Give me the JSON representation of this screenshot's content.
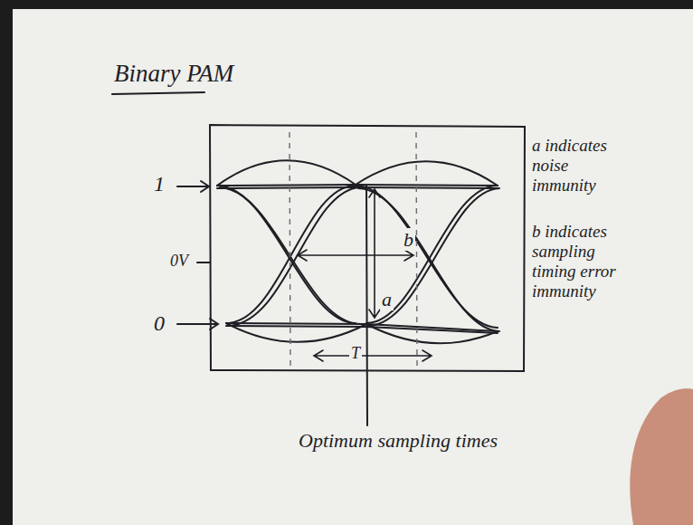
{
  "diagram": {
    "title": "Binary PAM",
    "labels": [
      "1",
      "0V",
      "0",
      "a indicates noise immunity",
      "b indicates sampling timing error immunity",
      "a",
      "b",
      "T",
      "Optimum sampling times"
    ]
  }
}
